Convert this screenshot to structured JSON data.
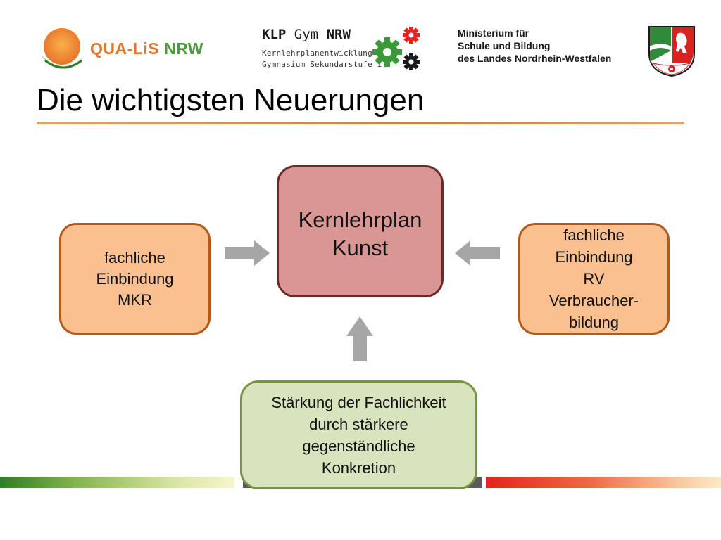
{
  "header": {
    "qualis_logo": {
      "part1": "QUA-LiS",
      "part2": "NRW"
    },
    "klp_logo": {
      "title_bold1": "KLP",
      "title_mid": "Gym",
      "title_bold2": "NRW",
      "subtitle_line1": "Kernlehrplanentwicklung",
      "subtitle_line2": "Gymnasium Sekundarstufe I"
    },
    "ministry": {
      "line1": "Ministerium für",
      "line2": "Schule und Bildung",
      "line3": "des Landes Nordrhein-Westfalen"
    }
  },
  "title": "Die wichtigsten Neuerungen",
  "diagram": {
    "center": "Kernlehrplan\nKunst",
    "left": "fachliche\nEinbindung\nMKR",
    "right": "fachliche\nEinbindung\nRV\nVerbraucher-\nbildung",
    "bottom": "Stärkung der Fachlichkeit\ndurch stärkere\ngegenständliche\nKonkretion"
  },
  "colors": {
    "center_fill": "#da9694",
    "side_fill": "#fac090",
    "bottom_fill": "#d7e4bd",
    "arrow": "#a6a6a6",
    "title_rule": "#e07830"
  }
}
